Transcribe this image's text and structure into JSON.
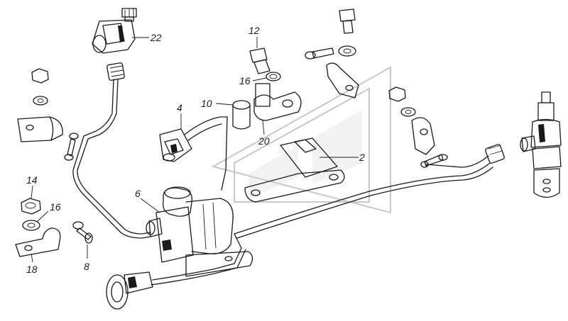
{
  "callouts": [
    {
      "id": "c2",
      "label": "2"
    },
    {
      "id": "c4",
      "label": "4"
    },
    {
      "id": "c6",
      "label": "6"
    },
    {
      "id": "c8",
      "label": "8"
    },
    {
      "id": "c10",
      "label": "10"
    },
    {
      "id": "c12",
      "label": "12"
    },
    {
      "id": "c14",
      "label": "14"
    },
    {
      "id": "c16a",
      "label": "16"
    },
    {
      "id": "c16b",
      "label": "16"
    },
    {
      "id": "c18",
      "label": "18"
    },
    {
      "id": "c20",
      "label": "20"
    },
    {
      "id": "c22",
      "label": "22"
    }
  ],
  "parts": {
    "p2": "bracket",
    "p4": "connector",
    "p6": "solenoid-valve",
    "p8": "bolt",
    "p10": "spacer-sleeve",
    "p12": "bolt",
    "p14": "nut",
    "p16": "washer",
    "p18": "pipe-clamp",
    "p20": "pipe-clamp",
    "p22": "sensor"
  }
}
